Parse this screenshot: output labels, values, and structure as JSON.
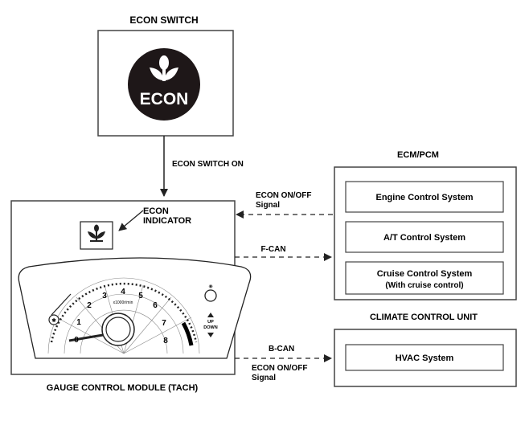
{
  "econ_switch": {
    "title": "ECON SWITCH",
    "button_text": "ECON"
  },
  "arrows": {
    "switch_on": "ECON SWITCH ON",
    "econ_onoff_top_1": "ECON ON/OFF",
    "econ_onoff_top_2": "Signal",
    "fcan": "F-CAN",
    "bcan": "B-CAN",
    "econ_onoff_bottom_1": "ECON ON/OFF",
    "econ_onoff_bottom_2": "Signal"
  },
  "gauge_module": {
    "title": "GAUGE CONTROL MODULE (TACH)",
    "indicator_label_1": "ECON",
    "indicator_label_2": "INDICATOR",
    "tach_ticks": [
      "0",
      "1",
      "2",
      "3",
      "4",
      "5",
      "6",
      "7",
      "8"
    ],
    "tach_unit": "x1000r/min",
    "up_label": "UP",
    "down_label": "DOWN"
  },
  "ecm_pcm": {
    "title": "ECM/PCM",
    "systems": [
      {
        "label": "Engine Control System"
      },
      {
        "label": "A/T Control System"
      },
      {
        "label": "Cruise Control System",
        "sublabel": "(With cruise control)"
      }
    ]
  },
  "climate_control": {
    "title": "CLIMATE CONTROL UNIT",
    "system": "HVAC System"
  }
}
